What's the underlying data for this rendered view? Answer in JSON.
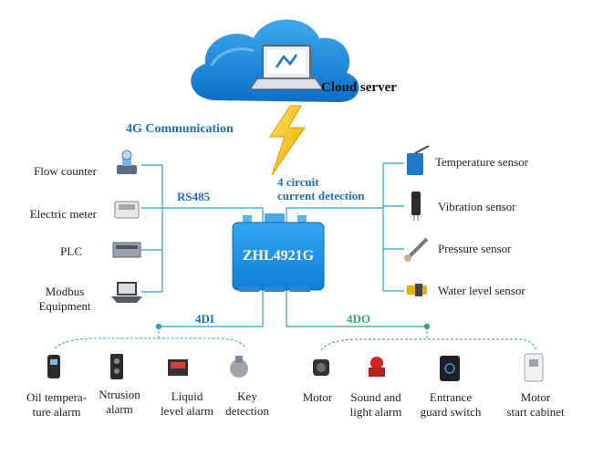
{
  "top": {
    "cloud_label": "Cloud server",
    "comm_label": "4G Communication"
  },
  "device": {
    "name": "ZHL4921G"
  },
  "left_bus": {
    "label": "RS485",
    "items": [
      {
        "label": "Flow counter",
        "icon": "flow-meter-icon"
      },
      {
        "label": "Electric meter",
        "icon": "electric-meter-icon"
      },
      {
        "label": "PLC",
        "icon": "plc-icon"
      },
      {
        "label_line1": "Modbus",
        "label_line2": "Equipment",
        "icon": "laptop-icon"
      }
    ]
  },
  "right_bus": {
    "label_line1": "4 circuit",
    "label_line2": "current detection",
    "items": [
      {
        "label": "Temperature sensor",
        "icon": "temperature-sensor-icon"
      },
      {
        "label": "Vibration sensor",
        "icon": "vibration-sensor-icon"
      },
      {
        "label": "Pressure sensor",
        "icon": "pressure-sensor-icon"
      },
      {
        "label": "Water level sensor",
        "icon": "water-level-sensor-icon"
      }
    ]
  },
  "di": {
    "label": "4DI",
    "items": [
      {
        "line1": "Oil tempera-",
        "line2": "ture alarm",
        "icon": "oil-temperature-alarm-icon"
      },
      {
        "line1": "Ntrusion",
        "line2": "alarm",
        "icon": "intrusion-alarm-icon"
      },
      {
        "line1": "Liquid",
        "line2": "level alarm",
        "icon": "liquid-level-alarm-icon"
      },
      {
        "line1": "Key",
        "line2": "detection",
        "icon": "key-detection-icon"
      }
    ]
  },
  "do": {
    "label": "4DO",
    "items": [
      {
        "line1": "Motor",
        "line2": "",
        "icon": "motor-icon"
      },
      {
        "line1": "Sound and",
        "line2": "light alarm",
        "icon": "sound-light-alarm-icon"
      },
      {
        "line1": "Entrance",
        "line2": "guard switch",
        "icon": "entrance-guard-switch-icon"
      },
      {
        "line1": "Motor",
        "line2": "start cabinet",
        "icon": "motor-start-cabinet-icon"
      }
    ]
  },
  "colors": {
    "line_blue": "#2a9fd6",
    "device_blue": "#1d8ede",
    "label_blue": "#1f6fb5",
    "label_green": "#3aa66a",
    "lightning": "#f5c400"
  }
}
